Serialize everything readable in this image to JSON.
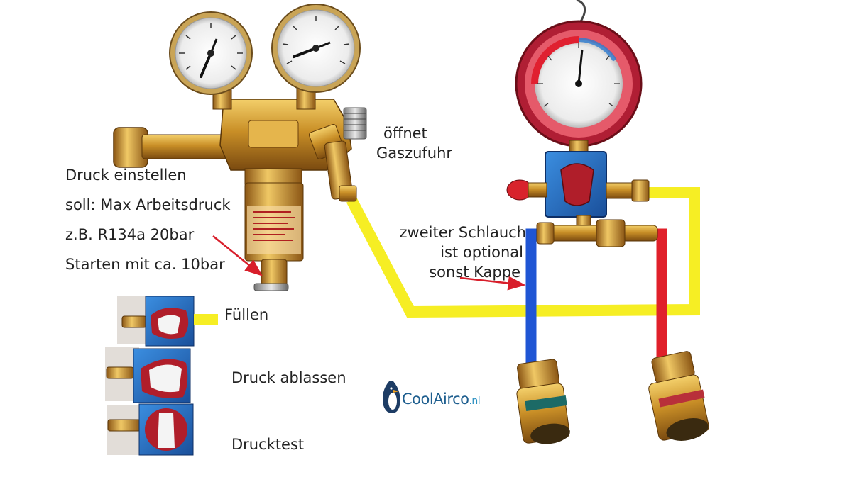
{
  "labels": {
    "opens_line1": "öffnet",
    "opens_line2": "Gaszufuhr",
    "pressure_set": "Druck einstellen",
    "target": "soll: Max Arbeitsdruck",
    "example": "z.B. R134a 20bar",
    "start": "Starten mit ca. 10bar",
    "fill": "Füllen",
    "release": "Druck ablassen",
    "test": "Drucktest",
    "hose_line1": "zweiter Schlauch",
    "hose_line2": "ist optional",
    "hose_line3": "sonst Kappe"
  },
  "logo": {
    "brand": "CoolAirco",
    "suffix": ".nl"
  },
  "colors": {
    "yellow_hose": "#f6ee24",
    "blue_hose": "#1f55d4",
    "red_hose": "#e0202a",
    "brass": "#c9952c",
    "gauge_red": "#c8283c",
    "manifold_blue": "#2577c8",
    "arrow_red": "#d81e2a"
  }
}
